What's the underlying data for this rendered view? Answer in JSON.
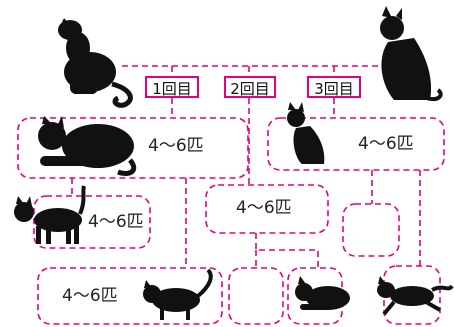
{
  "generations": [
    {
      "label": "1回目"
    },
    {
      "label": "2回目"
    },
    {
      "label": "3回目"
    }
  ],
  "litters": [
    {
      "id": "gen1-litter",
      "count": "4〜6匹"
    },
    {
      "id": "gen2-litter-left",
      "count": "4〜6匹"
    },
    {
      "id": "gen2-litter-center",
      "count": "4〜6匹"
    },
    {
      "id": "gen3-litter-left",
      "count": "4〜6匹"
    },
    {
      "id": "gen2-litter-right",
      "count": "4〜6匹"
    }
  ],
  "colors": {
    "line": "#e6007e",
    "cat": "#111111"
  }
}
